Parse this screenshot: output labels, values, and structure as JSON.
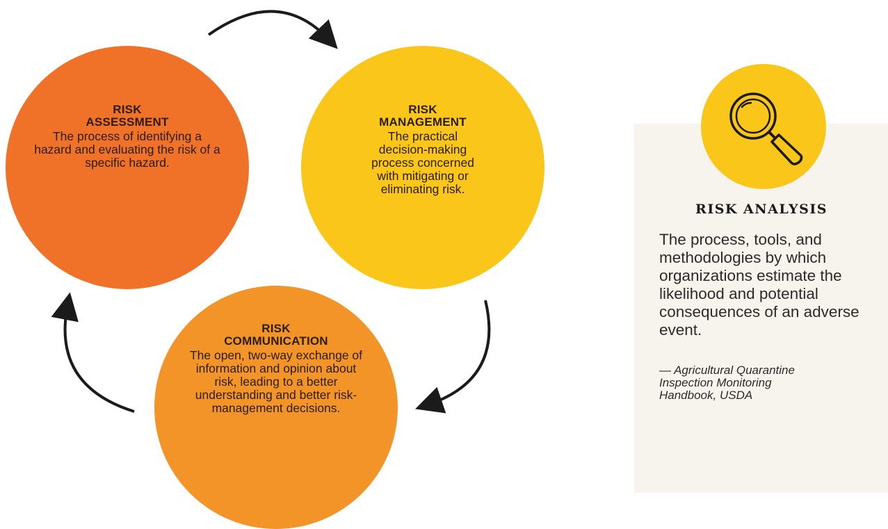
{
  "colors": {
    "assessment": "#f07228",
    "management": "#f9c619",
    "communication": "#f39428",
    "panel_bg": "#f6f4ec",
    "icon_bg": "#f9c619",
    "arrow": "#1b1b1b"
  },
  "cycle": {
    "assessment": {
      "title_lines": [
        "RISK",
        "ASSESSMENT"
      ],
      "description": "The process of identifying a hazard and evaluating the risk of a specific hazard."
    },
    "management": {
      "title_lines": [
        "RISK",
        "MANAGEMENT"
      ],
      "description": "The practical decision-making process concerned with mitigating or eliminating risk."
    },
    "communication": {
      "title_lines": [
        "RISK",
        "COMMUNICATION"
      ],
      "description": "The open, two-way exchange of information and opinion about risk, leading to a better understanding and better risk-management decisions."
    }
  },
  "panel": {
    "icon": "magnifying-glass-icon",
    "title": "RISK ANALYSIS",
    "text": "The process, tools, and methodologies by which organizations estimate the likelihood and potential consequences of an adverse event.",
    "citation_lines": [
      "— Agricultural Quarantine",
      "Inspection Monitoring",
      "Handbook, USDA"
    ]
  }
}
